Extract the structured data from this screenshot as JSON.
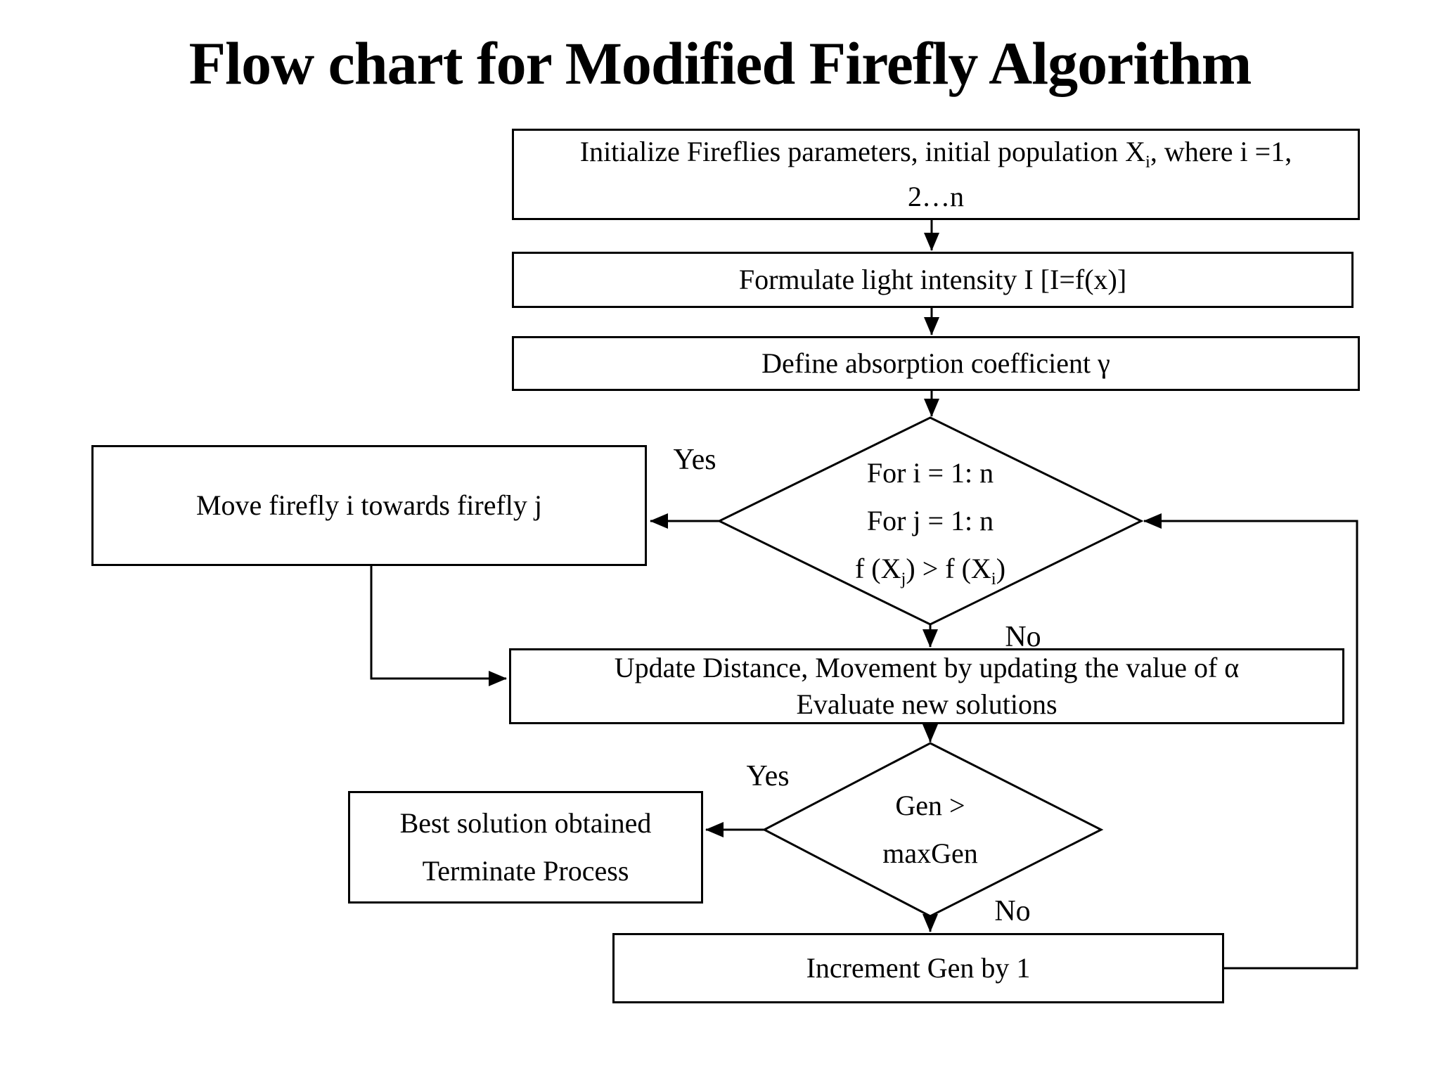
{
  "title": "Flow chart for Modified Firefly Algorithm",
  "nodes": {
    "init": {
      "line1_pre": "Initialize Fireflies parameters, initial population X",
      "line1_sub": "i",
      "line1_post": ", where i =1,",
      "line2": "2…n"
    },
    "formulate": {
      "text": "Formulate light intensity I [I=f(x)]"
    },
    "define": {
      "text": "Define absorption coefficient γ"
    },
    "loop_decision": {
      "line1": "For i = 1: n",
      "line2": "For j = 1: n",
      "line3_pre": "f (X",
      "line3_sub1": "j",
      "line3_mid": ") > f (X",
      "line3_sub2": "i",
      "line3_post": ")"
    },
    "move": {
      "text": "Move firefly i towards firefly j"
    },
    "update": {
      "line1": "Update Distance, Movement by updating the value of α",
      "line2": "Evaluate new solutions"
    },
    "gen_decision": {
      "line1": "Gen >",
      "line2": "maxGen"
    },
    "best": {
      "line1": "Best solution obtained",
      "line2": "Terminate Process"
    },
    "increment": {
      "text": "Increment Gen by 1"
    }
  },
  "labels": {
    "loop_yes": "Yes",
    "loop_no": "No",
    "gen_yes": "Yes",
    "gen_no": "No"
  },
  "colors": {
    "line": "#000000",
    "background": "#ffffff",
    "text": "#000000"
  }
}
